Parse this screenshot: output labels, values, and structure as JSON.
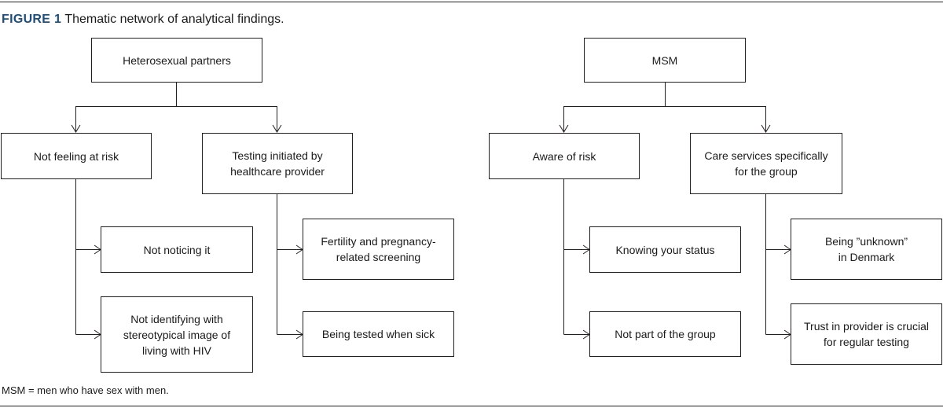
{
  "caption": {
    "label": "FIGURE 1",
    "text": "Thematic network of analytical findings."
  },
  "footnote": "MSM = men who have sex with men.",
  "left": {
    "root": "Heterosexual partners",
    "theme1": {
      "label": "Not feeling at risk",
      "subthemes": [
        "Not noticing it",
        "Not identifying with stereotypical image of living with HIV"
      ]
    },
    "theme2": {
      "label": "Testing initiated by healthcare provider",
      "subthemes": [
        "Fertility and pregnancy-related screening",
        "Being tested when sick"
      ]
    }
  },
  "right": {
    "root": "MSM",
    "theme1": {
      "label": "Aware of risk",
      "subthemes": [
        "Knowing your status",
        "Not part of the group"
      ]
    },
    "theme2": {
      "label": "Care services specifically for the group",
      "subthemes": [
        "Being ”unknown” in Denmark",
        "Trust in provider is crucial for regular testing"
      ]
    }
  },
  "colors": {
    "caption_label": "#1f4e79",
    "lines": "#231f20"
  }
}
